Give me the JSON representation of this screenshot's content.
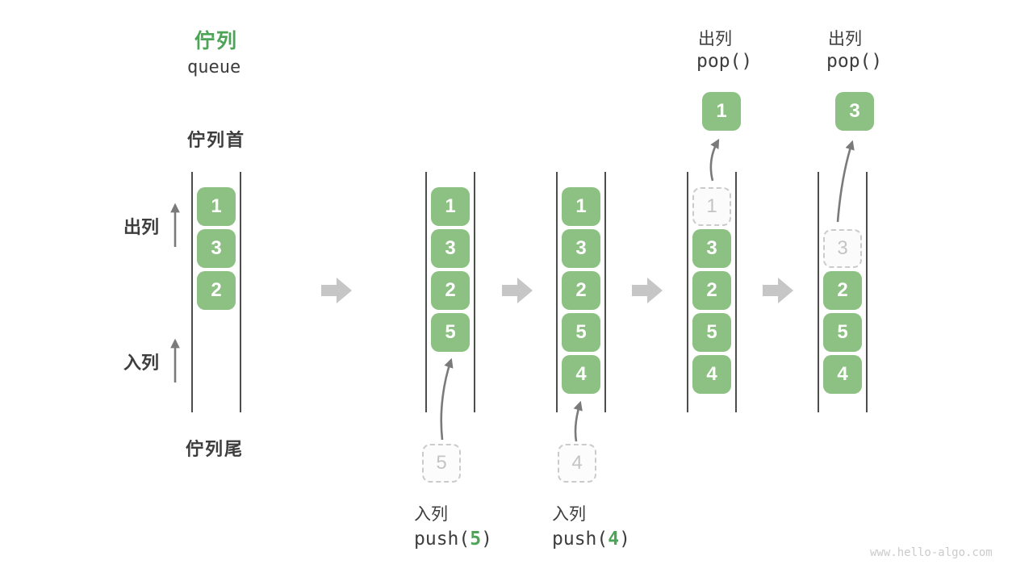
{
  "title": {
    "zh": "佇列",
    "en": "queue"
  },
  "labels": {
    "front": "佇列首",
    "rear": "佇列尾",
    "dequeue": "出列",
    "enqueue": "入列"
  },
  "states": [
    {
      "items": [
        "1",
        "3",
        "2"
      ]
    },
    {
      "items": [
        "1",
        "3",
        "2",
        "5"
      ]
    },
    {
      "items": [
        "1",
        "3",
        "2",
        "5",
        "4"
      ]
    },
    {
      "ghost": "1",
      "items": [
        "3",
        "2",
        "5",
        "4"
      ]
    },
    {
      "ghost": "3",
      "items": [
        "2",
        "5",
        "4"
      ]
    }
  ],
  "operations": {
    "push5": {
      "label": "入列",
      "code_pre": "push(",
      "arg": "5",
      "code_post": ")"
    },
    "push4": {
      "label": "入列",
      "code_pre": "push(",
      "arg": "4",
      "code_post": ")"
    },
    "pop1": {
      "label": "出列",
      "code": "pop()",
      "value": "1"
    },
    "pop2": {
      "label": "出列",
      "code": "pop()",
      "value": "3"
    }
  },
  "watermark": "www.hello-algo.com",
  "colors": {
    "accent_green": "#4DA456",
    "box_green": "#8DC083",
    "text_dark": "#3D3D3D",
    "channel_line": "#4D4D4D",
    "thin_arrow_gray": "#7A7A7A",
    "block_arrow_gray": "#C6C6C6",
    "ghost_gray": "#C4C4C4",
    "watermark_gray": "#CBCBCB"
  }
}
